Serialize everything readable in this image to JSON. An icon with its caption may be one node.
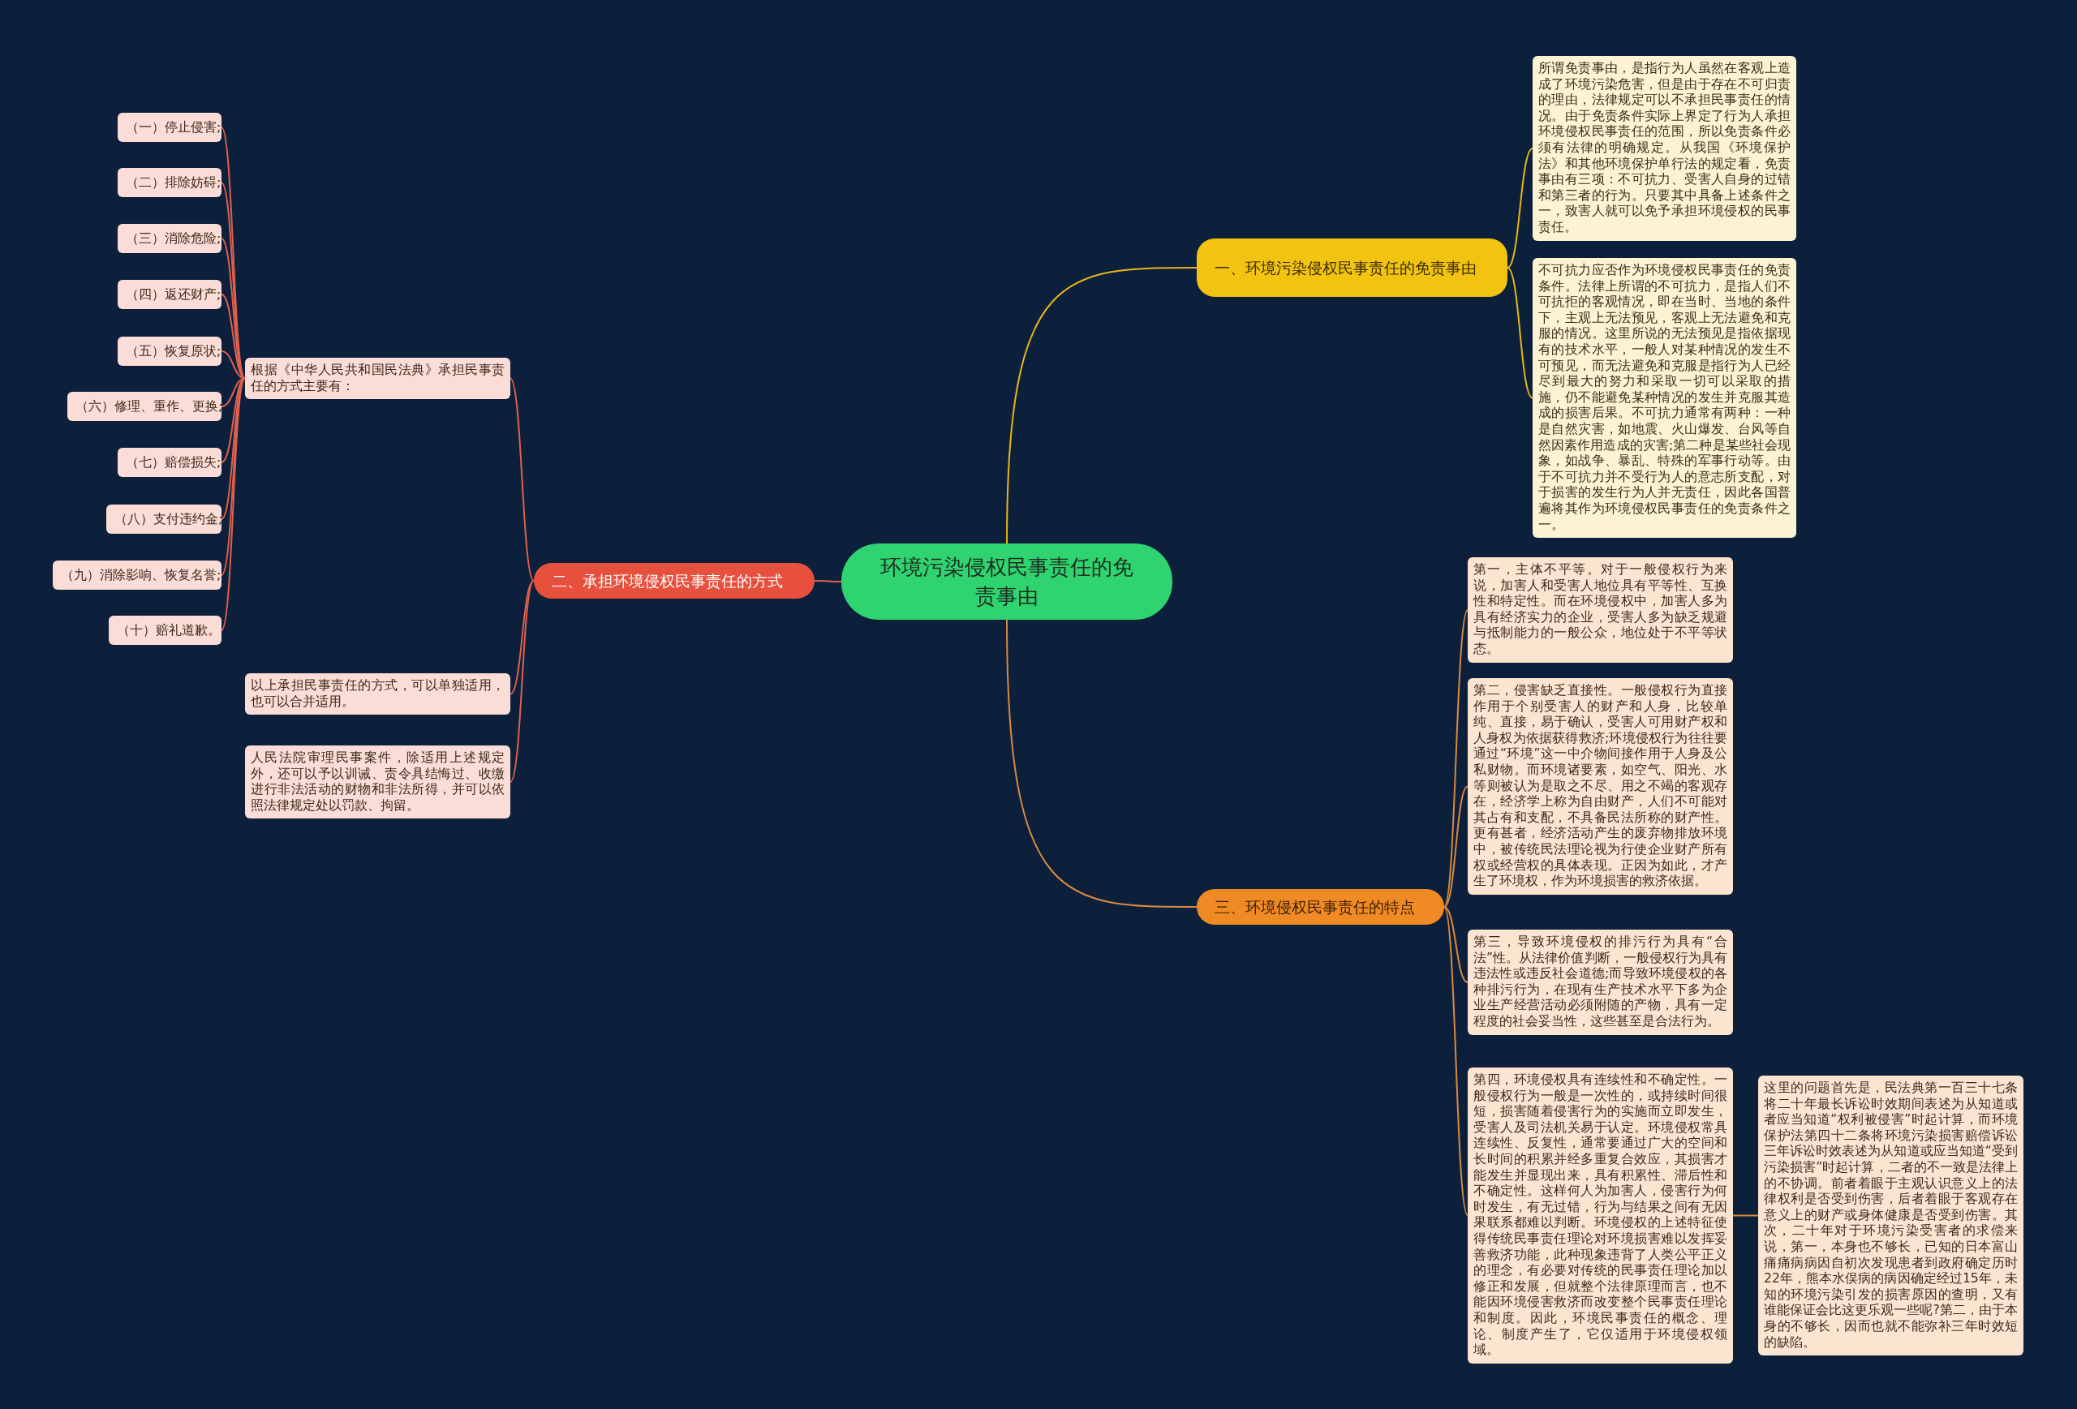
{
  "diagram": {
    "nodes": [
      {
        "text": [
          "环境污染侵权民事责任的免责事由"
        ]
      },
      {
        "text": [
          "一、环境污染侵权民事责任的免责事由"
        ]
      },
      {
        "text": [
          "所谓免责事由，是指行为人虽然在客观上造成了环境污染危害，但是由于存在不可归责的理由，法律规定可以不承担民事责任的情况。由于免责条件实际上界定了行为人承担环境侵权民事责任的范围，所以免责条件必须有法律的明确规定。从我国《环境保护法》和其他环境保护单行法的规定看，免责事由有三项：不可抗力、受害人自身的过错和第三者的行为。只要其中具备上述条件之一，致害人就可以免予承担环境侵权的民事责任。"
        ]
      },
      {
        "text": [
          "不可抗力应否作为环境侵权民事责任的免责条件。法律上所谓的不可抗力，是指人们不可抗拒的客观情况，即在当时、当地的条件下，主观上无法预见，客观上无法避免和克服的情况。这里所说的无法预见是指依据现有的技术水平，一般人对某种情况的发生不可预见，而无法避免和克服是指行为人已经尽到最大的努力和采取一切可以采取的措施，仍不能避免某种情况的发生并克服其造成的损害后果。不可抗力通常有两种：一种是自然灾害，如地震、火山爆发、台风等自然因素作用造成的灾害;第二种是某些社会现象，如战争、暴乱、特殊的军事行动等。由于不可抗力并不受行为人的意志所支配，对于损害的发生行为人并无责任，因此各国普遍将其作为环境侵权民事责任的免责条件之一。"
        ]
      },
      {
        "text": [
          "二、承担环境侵权民事责任的方式"
        ]
      },
      {
        "text": [
          "根据《中华人民共和国民法典》承担民事责任的方式主要有："
        ]
      },
      {
        "text": [
          "（一）停止侵害;"
        ]
      },
      {
        "text": [
          "（二）排除妨碍;"
        ]
      },
      {
        "text": [
          "（三）消除危险;"
        ]
      },
      {
        "text": [
          "（四）返还财产;"
        ]
      },
      {
        "text": [
          "（五）恢复原状;"
        ]
      },
      {
        "text": [
          "（六）修理、重作、更换;"
        ]
      },
      {
        "text": [
          "（七）赔偿损失;"
        ]
      },
      {
        "text": [
          "（八）支付违约金;"
        ]
      },
      {
        "text": [
          "（九）消除影响、恢复名誉;"
        ]
      },
      {
        "text": [
          "（十）赔礼道歉。"
        ]
      },
      {
        "text": [
          "以上承担民事责任的方式，可以单独适用，也可以合并适用。"
        ]
      },
      {
        "text": [
          "人民法院审理民事案件，除适用上述规定外，还可以予以训诫、责令具结悔过、收缴进行非法活动的财物和非法所得，并可以依照法律规定处以罚款、拘留。"
        ]
      },
      {
        "text": [
          "三、环境侵权民事责任的特点"
        ]
      },
      {
        "text": [
          "第一，主体不平等。对于一般侵权行为来说，加害人和受害人地位具有平等性、互换性和特定性。而在环境侵权中，加害人多为具有经济实力的企业，受害人多为缺乏规避与抵制能力的一般公众，地位处于不平等状态。"
        ]
      },
      {
        "text": [
          "第二，侵害缺乏直接性。一般侵权行为直接作用于个别受害人的财产和人身，比较单纯、直接，易于确认，受害人可用财产权和人身权为依据获得救济;环境侵权行为往往要通过“环境”这一中介物间接作用于人身及公私财物。而环境诸要素，如空气、阳光、水等则被认为是取之不尽、用之不竭的客观存在，经济学上称为自由财产，人们不可能对其占有和支配，不具备民法所称的财产性。更有甚者，经济活动产生的废弃物排放环境中，被传统民法理论视为行使企业财产所有权或经营权的具体表现。正因为如此，才产生了环境权，作为环境损害的救济依据。"
        ]
      },
      {
        "text": [
          "第三，导致环境侵权的排污行为具有“合法”性。从法律价值判断，一般侵权行为具有违法性或违反社会道德;而导致环境侵权的各种排污行为，在现有生产技术水平下多为企业生产经营活动必须附随的产物，具有一定程度的社会妥当性，这些甚至是合法行为。"
        ]
      },
      {
        "text": [
          "第四，环境侵权具有连续性和不确定性。一般侵权行为一般是一次性的，或持续时间很短，损害随着侵害行为的实施而立即发生，受害人及司法机关易于认定。环境侵权常具连续性、反复性，通常要通过广大的空间和长时间的积累并经多重复合效应，其损害才能发生并显现出来，具有积累性、滞后性和不确定性。这样何人为加害人，侵害行为何时发生，有无过错，行为与结果之间有无因果联系都难以判断。环境侵权的上述特征使得传统民事责任理论对环境损害难以发挥妥善救济功能，此种现象违背了人类公平正义的理念，有必要对传统的民事责任理论加以修正和发展，但就整个法律原理而言，也不能因环境侵害救济而改变整个民事责任理论和制度。因此，环境民事责任的概念、理论、制度产生了，它仅适用于环境侵权领域。"
        ]
      },
      {
        "text": [
          "这里的问题首先是，民法典第一百三十七条将二十年最长诉讼时效期间表述为从知道或者应当知道“权利被侵害”时起计算，而环境保护法第四十二条将环境污染损害赔偿诉讼三年诉讼时效表述为从知道或应当知道“受到污染损害”时起计算，二者的不一致是法律上的不协调。前者着眼于主观认识意义上的法律权利是否受到伤害，后者着眼于客观存在意义上的财产或身体健康是否受到伤害。其次，二十年对于环境污染受害者的求偿来说，第一，本身也不够长，已知的日本富山痛痛病病因自初次发现患者到政府确定历时22年，熊本水俣病的病因确定经过15年，未知的环境污染引发的损害原因的查明，又有谁能保证会比这更乐观一些呢?第二，由于本身的不够长，因而也就不能弥补三年时效短的缺陷。"
        ]
      }
    ],
    "edges": [
      {
        "from": 0,
        "to": 1,
        "arrow": "none"
      },
      {
        "from": 1,
        "to": 2,
        "arrow": "none"
      },
      {
        "from": 1,
        "to": 3,
        "arrow": "none"
      },
      {
        "from": 0,
        "to": 4,
        "arrow": "none"
      },
      {
        "from": 4,
        "to": 5,
        "arrow": "none"
      },
      {
        "from": 5,
        "to": 6,
        "arrow": "none"
      },
      {
        "from": 5,
        "to": 7,
        "arrow": "none"
      },
      {
        "from": 5,
        "to": 8,
        "arrow": "none"
      },
      {
        "from": 5,
        "to": 9,
        "arrow": "none"
      },
      {
        "from": 5,
        "to": 10,
        "arrow": "none"
      },
      {
        "from": 5,
        "to": 11,
        "arrow": "none"
      },
      {
        "from": 5,
        "to": 12,
        "arrow": "none"
      },
      {
        "from": 5,
        "to": 13,
        "arrow": "none"
      },
      {
        "from": 5,
        "to": 14,
        "arrow": "none"
      },
      {
        "from": 5,
        "to": 15,
        "arrow": "none"
      },
      {
        "from": 4,
        "to": 16,
        "arrow": "none"
      },
      {
        "from": 4,
        "to": 17,
        "arrow": "none"
      },
      {
        "from": 0,
        "to": 18,
        "arrow": "none"
      },
      {
        "from": 18,
        "to": 19,
        "arrow": "none"
      },
      {
        "from": 18,
        "to": 20,
        "arrow": "none"
      },
      {
        "from": 18,
        "to": 21,
        "arrow": "none"
      },
      {
        "from": 18,
        "to": 22,
        "arrow": "none"
      },
      {
        "from": 22,
        "to": 23,
        "arrow": "none"
      }
    ]
  }
}
